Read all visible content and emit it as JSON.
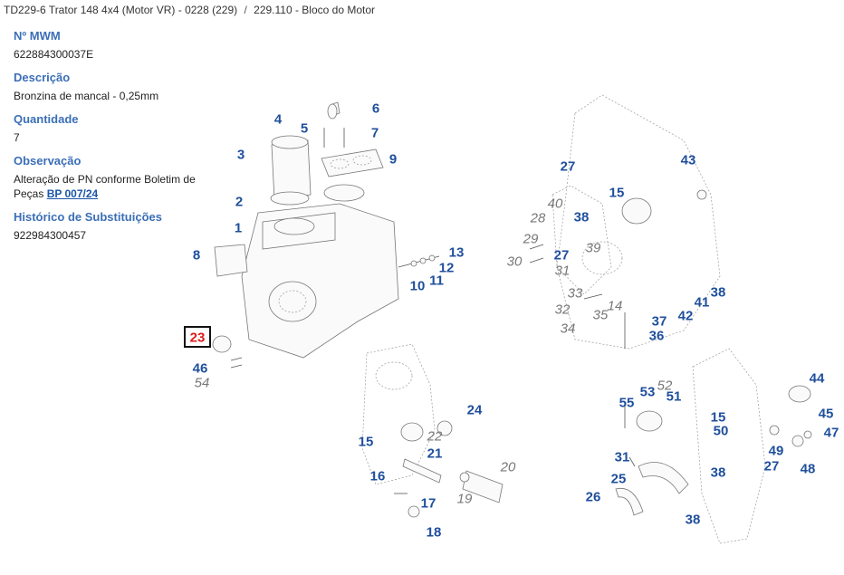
{
  "breadcrumb": {
    "items": [
      "TD229-6 Trator 148 4x4 (Motor VR) - 0228 (229)",
      "229.110 - Bloco do Motor"
    ],
    "separator": "/"
  },
  "part_info": {
    "mwm_label": "Nº MWM",
    "mwm_value": "622884300037E",
    "description_label": "Descrição",
    "description_value": "Bronzina de mancal - 0,25mm",
    "quantity_label": "Quantidade",
    "quantity_value": "7",
    "observation_label": "Observação",
    "observation_text": "Alteração de PN conforme Boletim de Peças ",
    "observation_link": "BP 007/24",
    "history_label": "Histórico de Substituições",
    "history_value": "922984300457"
  },
  "diagram": {
    "title": "Bloco do Motor exploded view",
    "highlighted": "23",
    "callouts": [
      {
        "id": "c4",
        "text": "4",
        "style": "main"
      },
      {
        "id": "c5",
        "text": "5",
        "style": "main"
      },
      {
        "id": "c6",
        "text": "6",
        "style": "main"
      },
      {
        "id": "c7",
        "text": "7",
        "style": "main"
      },
      {
        "id": "c3",
        "text": "3",
        "style": "main"
      },
      {
        "id": "c9",
        "text": "9",
        "style": "main"
      },
      {
        "id": "c2",
        "text": "2",
        "style": "main"
      },
      {
        "id": "c1",
        "text": "1",
        "style": "main"
      },
      {
        "id": "c8",
        "text": "8",
        "style": "main"
      },
      {
        "id": "c13",
        "text": "13",
        "style": "main"
      },
      {
        "id": "c12",
        "text": "12",
        "style": "main"
      },
      {
        "id": "c11",
        "text": "11",
        "style": "main"
      },
      {
        "id": "c10",
        "text": "10",
        "style": "main"
      },
      {
        "id": "c23",
        "text": "23",
        "style": "highlight"
      },
      {
        "id": "c46",
        "text": "46",
        "style": "main"
      },
      {
        "id": "c54",
        "text": "54",
        "style": "alt"
      },
      {
        "id": "c27a",
        "text": "27",
        "style": "main"
      },
      {
        "id": "c43",
        "text": "43",
        "style": "main"
      },
      {
        "id": "c15a",
        "text": "15",
        "style": "main"
      },
      {
        "id": "c40",
        "text": "40",
        "style": "alt"
      },
      {
        "id": "c38a",
        "text": "38",
        "style": "main"
      },
      {
        "id": "c28",
        "text": "28",
        "style": "alt"
      },
      {
        "id": "c29",
        "text": "29",
        "style": "alt"
      },
      {
        "id": "c39",
        "text": "39",
        "style": "alt"
      },
      {
        "id": "c27b",
        "text": "27",
        "style": "main"
      },
      {
        "id": "c30",
        "text": "30",
        "style": "alt"
      },
      {
        "id": "c31a",
        "text": "31",
        "style": "alt"
      },
      {
        "id": "c38b",
        "text": "38",
        "style": "main"
      },
      {
        "id": "c41",
        "text": "41",
        "style": "main"
      },
      {
        "id": "c33",
        "text": "33",
        "style": "alt"
      },
      {
        "id": "c32",
        "text": "32",
        "style": "alt"
      },
      {
        "id": "c42",
        "text": "42",
        "style": "main"
      },
      {
        "id": "c14",
        "text": "14",
        "style": "alt"
      },
      {
        "id": "c35",
        "text": "35",
        "style": "alt"
      },
      {
        "id": "c37",
        "text": "37",
        "style": "main"
      },
      {
        "id": "c34",
        "text": "34",
        "style": "alt"
      },
      {
        "id": "c36",
        "text": "36",
        "style": "main"
      },
      {
        "id": "c24",
        "text": "24",
        "style": "main"
      },
      {
        "id": "c22",
        "text": "22",
        "style": "alt"
      },
      {
        "id": "c15b",
        "text": "15",
        "style": "main"
      },
      {
        "id": "c21",
        "text": "21",
        "style": "main"
      },
      {
        "id": "c20",
        "text": "20",
        "style": "alt"
      },
      {
        "id": "c16",
        "text": "16",
        "style": "main"
      },
      {
        "id": "c19",
        "text": "19",
        "style": "alt"
      },
      {
        "id": "c17",
        "text": "17",
        "style": "main"
      },
      {
        "id": "c18",
        "text": "18",
        "style": "main"
      },
      {
        "id": "c44",
        "text": "44",
        "style": "main"
      },
      {
        "id": "c55",
        "text": "55",
        "style": "main"
      },
      {
        "id": "c53",
        "text": "53",
        "style": "main"
      },
      {
        "id": "c52",
        "text": "52",
        "style": "alt"
      },
      {
        "id": "c51",
        "text": "51",
        "style": "main"
      },
      {
        "id": "c15c",
        "text": "15",
        "style": "main"
      },
      {
        "id": "c50",
        "text": "50",
        "style": "main"
      },
      {
        "id": "c45",
        "text": "45",
        "style": "main"
      },
      {
        "id": "c47",
        "text": "47",
        "style": "main"
      },
      {
        "id": "c49",
        "text": "49",
        "style": "main"
      },
      {
        "id": "c31b",
        "text": "31",
        "style": "main"
      },
      {
        "id": "c27c",
        "text": "27",
        "style": "main"
      },
      {
        "id": "c48",
        "text": "48",
        "style": "main"
      },
      {
        "id": "c38c",
        "text": "38",
        "style": "main"
      },
      {
        "id": "c25",
        "text": "25",
        "style": "main"
      },
      {
        "id": "c26",
        "text": "26",
        "style": "main"
      },
      {
        "id": "c38d",
        "text": "38",
        "style": "main"
      }
    ]
  }
}
